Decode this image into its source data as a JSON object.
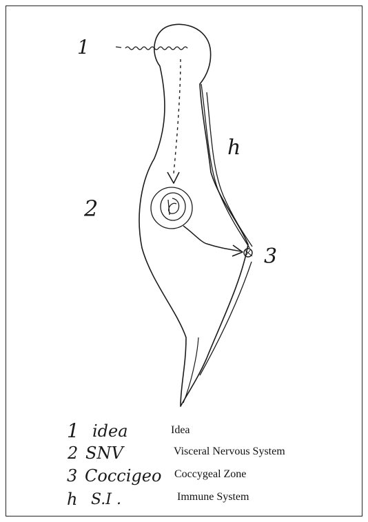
{
  "figure": {
    "labels": {
      "one": "1",
      "two": "2",
      "three": "3",
      "four": "h"
    },
    "legend": [
      {
        "number": "1",
        "handwritten": "idea",
        "typed": "Idea"
      },
      {
        "number": "2",
        "handwritten": "SNV",
        "typed": "Visceral Nervous System"
      },
      {
        "number": "3",
        "handwritten": "Coccigeo",
        "typed": "Coccygeal Zone"
      },
      {
        "number": "h",
        "handwritten": "S.I .",
        "typed": "Immune System"
      }
    ]
  }
}
